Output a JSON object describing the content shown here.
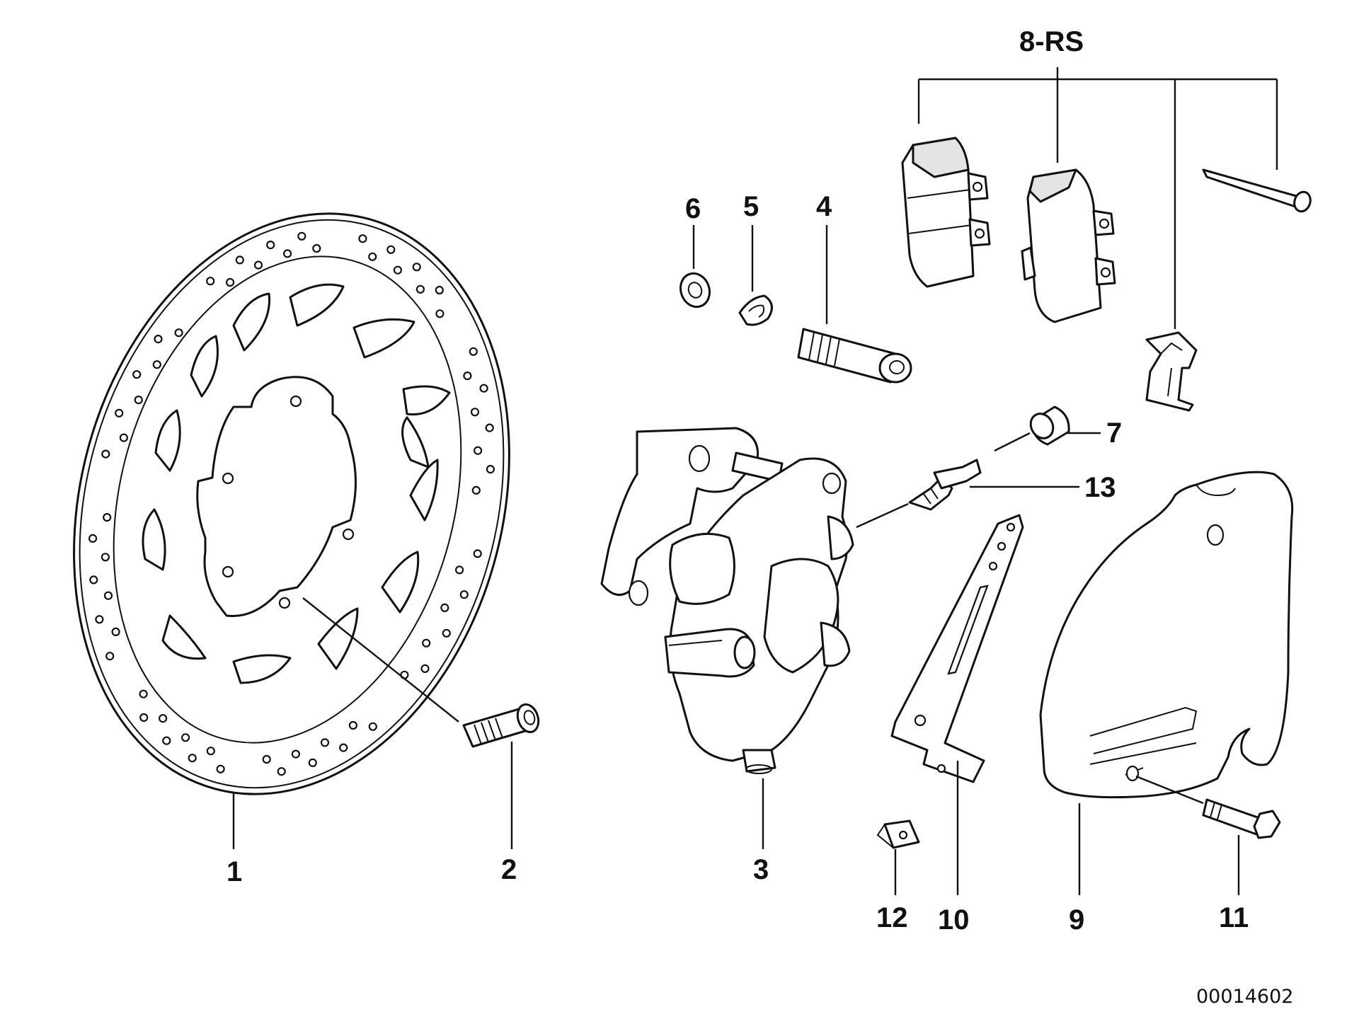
{
  "diagram": {
    "callouts": {
      "p1": "1",
      "p2": "2",
      "p3": "3",
      "p4": "4",
      "p5": "5",
      "p6": "6",
      "p7": "7",
      "p8": "8-RS",
      "p9": "9",
      "p10": "10",
      "p11": "11",
      "p12": "12",
      "p13": "13"
    },
    "reference_number": "00014602"
  }
}
